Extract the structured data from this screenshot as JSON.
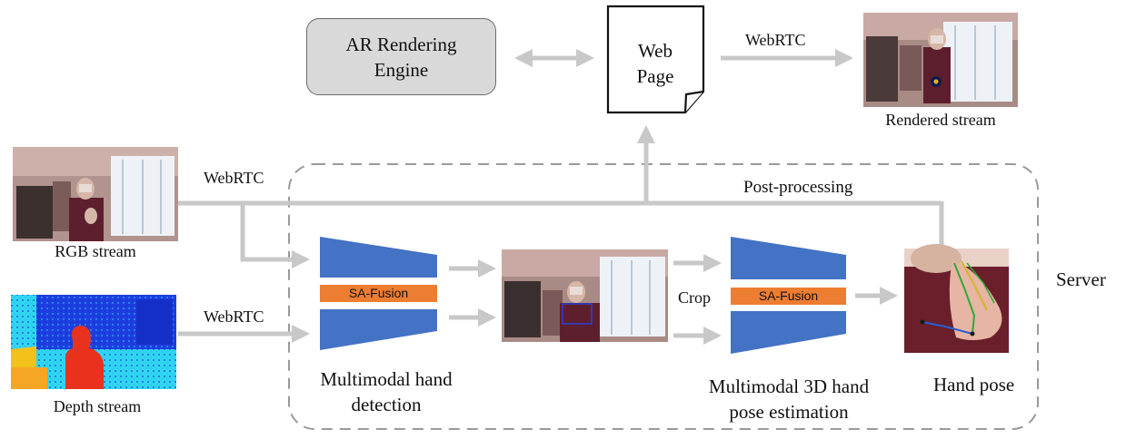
{
  "diagram": {
    "engine": {
      "line1": "AR Rendering",
      "line2": "Engine"
    },
    "web_page": {
      "line1": "Web",
      "line2": "Page"
    },
    "webrtc_top": "WebRTC",
    "webrtc_rgb": "WebRTC",
    "webrtc_depth": "WebRTC",
    "rendered_stream": "Rendered stream",
    "rgb_stream": "RGB stream",
    "depth_stream": "Depth stream",
    "post_processing": "Post-processing",
    "server": "Server",
    "sa_fusion_1": "SA-Fusion",
    "sa_fusion_2": "SA-Fusion",
    "crop": "Crop",
    "detection": {
      "line1": "Multimodal hand",
      "line2": "detection"
    },
    "pose_estimation": {
      "line1": "Multimodal 3D hand",
      "line2": "pose estimation"
    },
    "hand_pose": "Hand pose"
  },
  "colors": {
    "arrow_gray": "#c8c8c8",
    "dashed_border": "#9a9a9a",
    "engine_fill": "#d9d9d9",
    "encoder_blue": "#4472c4",
    "fusion_orange": "#ed7d31",
    "depth_cyan": "#2fd6f0",
    "depth_blue": "#1d3fe0",
    "depth_red": "#e8321e",
    "depth_yellow": "#f2c11a"
  }
}
